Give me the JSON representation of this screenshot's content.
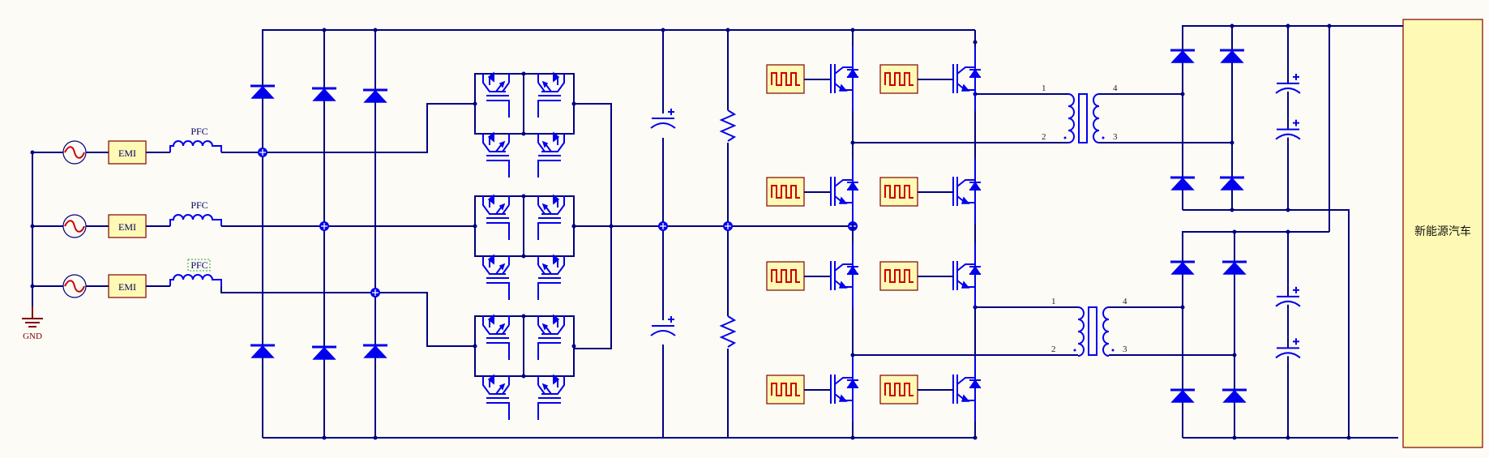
{
  "diagram": {
    "title": "New energy vehicle charging power circuit schematic",
    "inputs": [
      {
        "source": "ac-source",
        "filter_label": "EMI",
        "inductor_label": "PFC"
      },
      {
        "source": "ac-source",
        "filter_label": "EMI",
        "inductor_label": "PFC"
      },
      {
        "source": "ac-source",
        "filter_label": "EMI",
        "inductor_label": "PFC",
        "selected": true
      }
    ],
    "ground_label": "GND",
    "rectifier_diode_count": 6,
    "pfc_bridge_modules": 3,
    "dc_link": {
      "capacitors": 2,
      "resistors": 2
    },
    "igbt_count": 8,
    "gate_drivers": 8,
    "transformers": [
      {
        "pins": [
          "1",
          "2",
          "3",
          "4"
        ]
      },
      {
        "pins": [
          "1",
          "2",
          "3",
          "4"
        ]
      }
    ],
    "output_rectifiers": 2,
    "output_capacitors": 4,
    "load_label": "新能源汽车"
  },
  "colors": {
    "wire": "#000080",
    "component": "#0000ee",
    "box_fill": "#fef9b4",
    "box_border": "#800000",
    "waveform": "#cc0000",
    "background": "#fdfbf6"
  }
}
